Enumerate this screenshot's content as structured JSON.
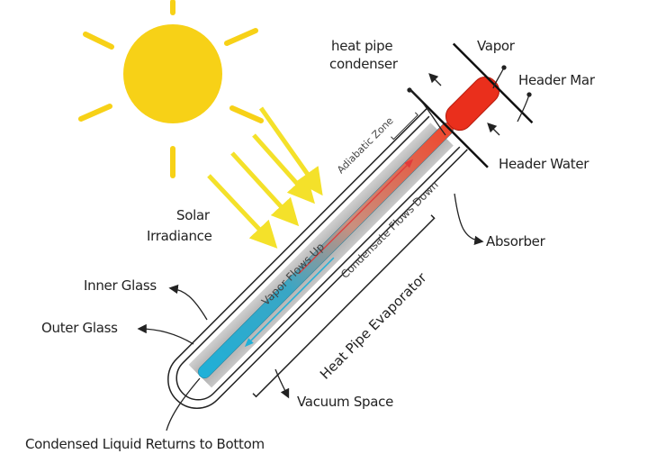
{
  "labels": {
    "heat_pipe_condenser_1": "heat pipe",
    "heat_pipe_condenser_2": "condenser",
    "vapor": "Vapor",
    "header_manifold": "Header Mar",
    "header_water": "Header Water",
    "solar_irradiance_1": "Solar",
    "solar_irradiance_2": "Irradiance",
    "absorber": "Absorber",
    "inner_glass": "Inner Glass",
    "outer_glass": "Outer Glass",
    "vacuum_space": "Vacuum Space",
    "condensed_liquid": "Condensed Liquid Returns to Bottom",
    "adiabatic_zone": "Adiabatic Zone",
    "vapor_flows_up": "Vapor Flows Up",
    "condensate_flows_down": "Condensate Flows Down",
    "heat_pipe_evaporator": "Heat Pipe Evaporator"
  },
  "colors": {
    "sun": "#f7d117",
    "hot": "#e8321e",
    "cold": "#1fb0d8",
    "absorber": "#b9b9b9"
  }
}
